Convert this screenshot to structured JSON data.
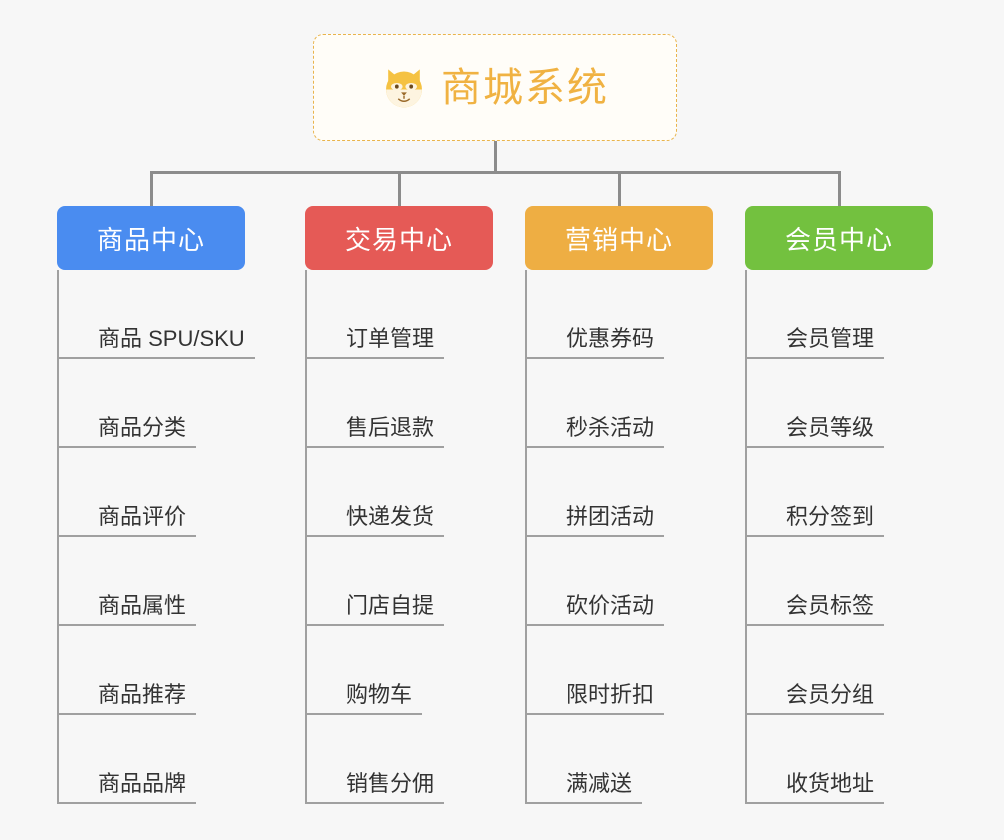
{
  "root": {
    "icon": "shiba-dog-face-icon",
    "title": "商城系统",
    "accent_color": "#f0b242",
    "border_color": "#e9b44c",
    "background_color": "#fffdf8"
  },
  "canvas": {
    "background_color": "#f7f7f7",
    "connector_color": "#8c8c8c"
  },
  "branches": [
    {
      "title": "商品中心",
      "color": "#4a8cf0",
      "items": [
        "商品 SPU/SKU",
        "商品分类",
        "商品评价",
        "商品属性",
        "商品推荐",
        "商品品牌"
      ]
    },
    {
      "title": "交易中心",
      "color": "#e55a56",
      "items": [
        "订单管理",
        "售后退款",
        "快递发货",
        "门店自提",
        "购物车",
        "销售分佣"
      ]
    },
    {
      "title": "营销中心",
      "color": "#eeae43",
      "items": [
        "优惠券码",
        "秒杀活动",
        "拼团活动",
        "砍价活动",
        "限时折扣",
        "满减送"
      ]
    },
    {
      "title": "会员中心",
      "color": "#73c13f",
      "items": [
        "会员管理",
        "会员等级",
        "积分签到",
        "会员标签",
        "会员分组",
        "收货地址"
      ]
    }
  ]
}
